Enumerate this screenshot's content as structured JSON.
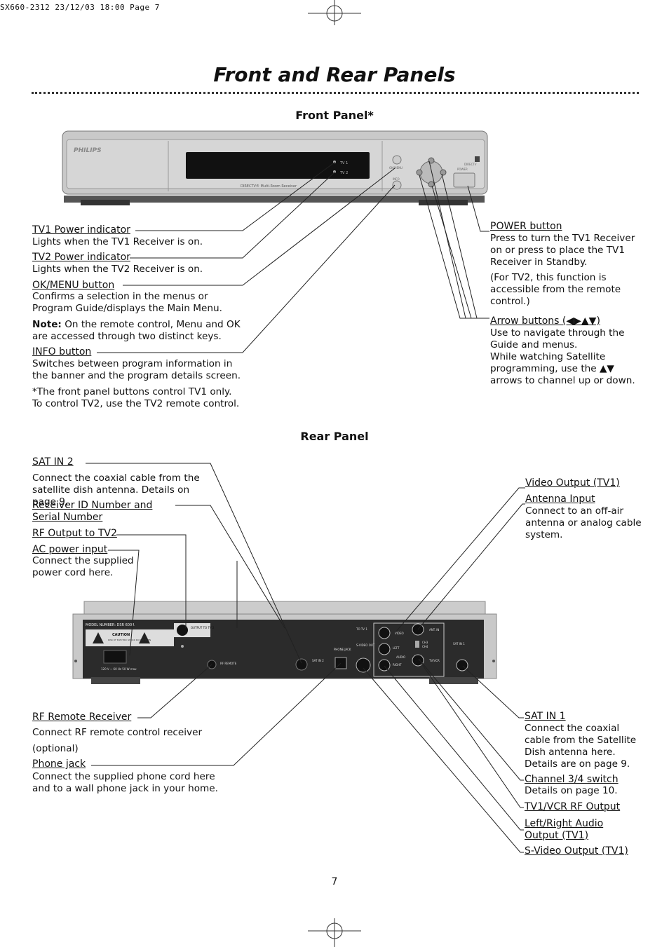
{
  "header": {
    "text": "SX660-2312  23/12/03  18:00  Page 7"
  },
  "title": "Front and Rear Panels",
  "front": {
    "heading": "Front Panel*",
    "device": {
      "brand": "PHILIPS",
      "model": "DIRECTV® Multi-Room Receiver",
      "tv1": "TV 1",
      "tv2": "TV 2",
      "okmenu": "OK/MENU",
      "info": "INFO",
      "power": "POWER",
      "logo": "DIRECTV"
    },
    "tv1_label": "TV1 Power indicator",
    "tv1_desc": "Lights when the TV1 Receiver is on.",
    "tv2_label": "TV2 Power indicator",
    "tv2_desc": "Lights when the TV2 Receiver is on.",
    "ok_label": "OK/MENU button",
    "ok_desc": "Confirms a selection in the menus or Program Guide/displays the Main Menu.",
    "note_bold": "Note:",
    "note_text": " On the remote control, Menu and OK are accessed through two distinct keys.",
    "info_label": "INFO button",
    "info_desc": "Switches between program information in the banner and the program details screen.",
    "footnote": "*The front panel buttons control TV1 only. To control TV2, use the TV2 remote control.",
    "power_label": "POWER button",
    "power_desc": "Press to turn the TV1 Receiver on or press to place the TV1 Receiver in Standby.",
    "power_note": "(For TV2, this function is accessible from the remote control.)",
    "arrow_label": "Arrow buttons (◀▶▲▼)",
    "arrow_desc1": "Use to navigate through the Guide and menus.",
    "arrow_desc2": "While watching Satellite programming, use the ▲▼ arrows to channel up or down."
  },
  "rear": {
    "heading": "Rear Panel",
    "device": {
      "model_number": "MODEL NUMBER: DSR 600R",
      "caution": "CAUTION",
      "caution_sub": "RISK OF ELECTRIC SHOCK DO NOT OPEN",
      "power_rating": "120 V ~ 60 Hz 50 W max",
      "output_tv2": "OUTPUT TO TV 2",
      "rf_remote": "RF REMOTE",
      "sat_in2": "SAT IN 2",
      "phone_jack": "PHONE JACK",
      "to_tv1": "TO TV 1",
      "svideo_out": "S-VIDEO OUT",
      "video": "VIDEO",
      "left": "LEFT",
      "audio": "AUDIO",
      "right": "RIGHT",
      "ant_in": "ANT. IN",
      "ch3": "CH3",
      "ch4": "CH4",
      "tv_vcr": "TV/VCR",
      "sat_in1": "SAT IN 1"
    },
    "sat2_label": "SAT IN 2",
    "sat2_desc": "Connect the coaxial cable from the satellite dish antenna. Details on page 9.",
    "rid_label": "Receiver ID Number and Serial Number",
    "rf2_label": "RF Output to TV2",
    "ac_label": "AC power input",
    "ac_desc": "Connect the supplied power cord here.",
    "rfr_label": "RF Remote Receiver",
    "rfr_desc1": "Connect RF remote control receiver",
    "rfr_desc2": "(optional)",
    "phone_label": "Phone jack",
    "phone_desc": "Connect the supplied phone cord here and to a wall phone jack in your home.",
    "vid_label": "Video Output (TV1)",
    "ant_label": "Antenna Input",
    "ant_desc": "Connect to an off-air antenna or analog cable system.",
    "sat1_label": "SAT IN 1",
    "sat1_desc": "Connect the coaxial cable from the Satellite Dish antenna here. Details are on page 9.",
    "ch_label": "Channel 3/4 switch",
    "ch_desc": "Details on page 10.",
    "tvvcr_label": "TV1/VCR RF Output",
    "lr_label": "Left/Right Audio Output (TV1)",
    "sv_label": "S-Video Output (TV1)"
  },
  "page_number": "7"
}
